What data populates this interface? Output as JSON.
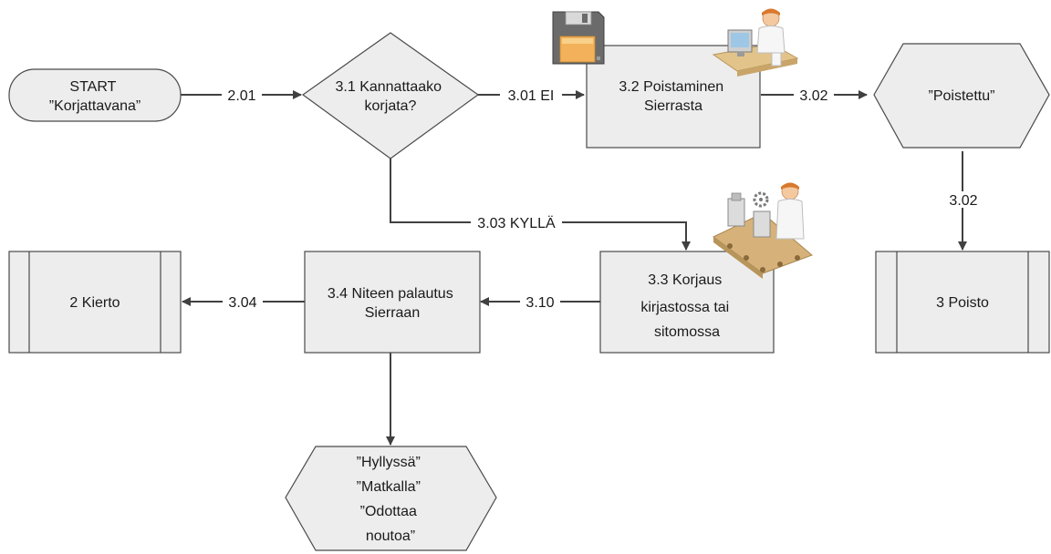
{
  "nodes": {
    "start": [
      "START",
      "”Korjattavana”"
    ],
    "decision": [
      "3.1 Kannattaako",
      "korjata?"
    ],
    "remove": [
      "3.2 Poistaminen",
      "Sierrasta"
    ],
    "removed_state": [
      "”Poistettu”"
    ],
    "poisto": [
      "3 Poisto"
    ],
    "repair": [
      "3.3 Korjaus",
      "kirjastossa tai",
      "sitomossa"
    ],
    "return": [
      "3.4 Niteen palautus",
      "Sierraan"
    ],
    "kierto": [
      "2 Kierto"
    ],
    "end_states": [
      "”Hyllyssä”",
      "”Matkalla”",
      "”Odottaa",
      "noutoa”"
    ]
  },
  "edges": {
    "start_to_decision": "2.01",
    "decision_no": "3.01 EI",
    "remove_to_state": "3.02",
    "state_to_poisto": "3.02",
    "decision_yes": "3.03 KYLLÄ",
    "repair_to_return": "3.10",
    "return_to_kierto": "3.04"
  },
  "colors": {
    "shape_fill": "#ededed",
    "shape_stroke": "#4a4a4a",
    "line": "#404040"
  },
  "icons": [
    "floppy-disk-icon",
    "person-at-computer-icon",
    "assembly-line-worker-icon"
  ]
}
